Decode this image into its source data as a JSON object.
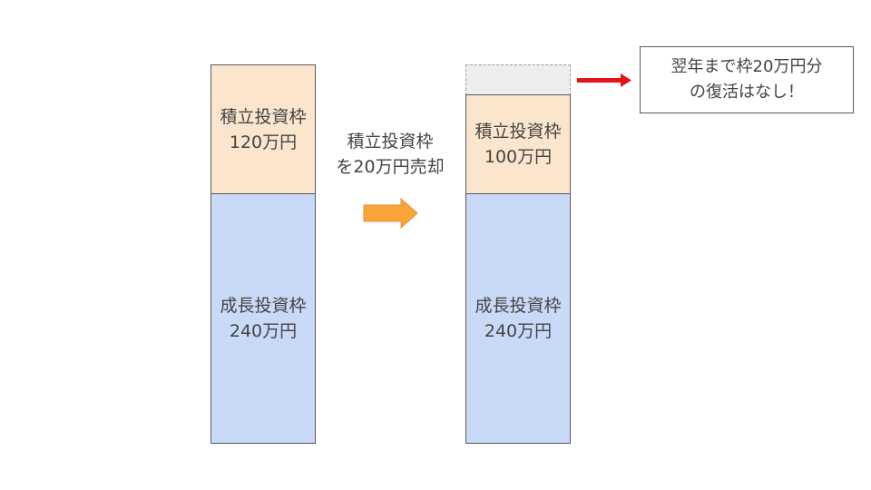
{
  "before": {
    "tsumitate": {
      "line1": "積立投資枠",
      "line2": "120万円",
      "color": "#fce5cd"
    },
    "seicho": {
      "line1": "成長投資枠",
      "line2": "240万円",
      "color": "#c9daf8"
    }
  },
  "caption": {
    "line1": "積立投資枠",
    "line2": "を20万円売却"
  },
  "after": {
    "tsumitate": {
      "line1": "積立投資枠",
      "line2": "100万円",
      "color": "#fce5cd"
    },
    "seicho": {
      "line1": "成長投資枠",
      "line2": "240万円",
      "color": "#c9daf8"
    },
    "lost_portion_color": "#eeeeee"
  },
  "note": {
    "line1": "翌年まで枠20万円分",
    "line2": "の復活はなし！"
  },
  "colors": {
    "transition_arrow": "#f9a43a",
    "pointer_arrow": "#e0151b"
  }
}
